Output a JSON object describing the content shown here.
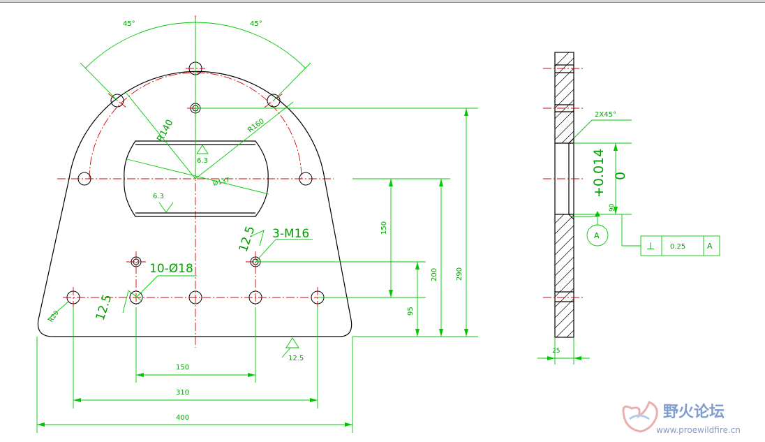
{
  "front_view": {
    "angle_left": "45°",
    "angle_right": "45°",
    "radius_r140": "R140",
    "radius_r160": "R160",
    "diameter_label": "Ø137",
    "roughness_top": "6.3",
    "roughness_left": "6.3",
    "roughness_bottom": "12.5",
    "roughness_hole_left": "12.5",
    "roughness_hole_right": "12.5",
    "thread_callout": "3-M16",
    "hole_callout": "10-Ø18",
    "dim_150_vert": "150",
    "dim_200": "200",
    "dim_290": "290",
    "dim_95": "95",
    "dim_150_horiz": "150",
    "dim_310": "310",
    "dim_400": "400",
    "dim_r20": "R20"
  },
  "side_view": {
    "chamfer": "2X45°",
    "tolerance_upper": "+0.014",
    "tolerance_lower": "0",
    "dim_90": "90",
    "datum": "A",
    "gdt_symbol": "⊥",
    "gdt_value": "0.25",
    "gdt_datum": "A",
    "dim_25": "25"
  },
  "watermark": {
    "title": "野火论坛",
    "url": "www.proewildfire.cn"
  },
  "colors": {
    "object": "#000000",
    "centerline": "#d00000",
    "dimension": "#00c800"
  }
}
